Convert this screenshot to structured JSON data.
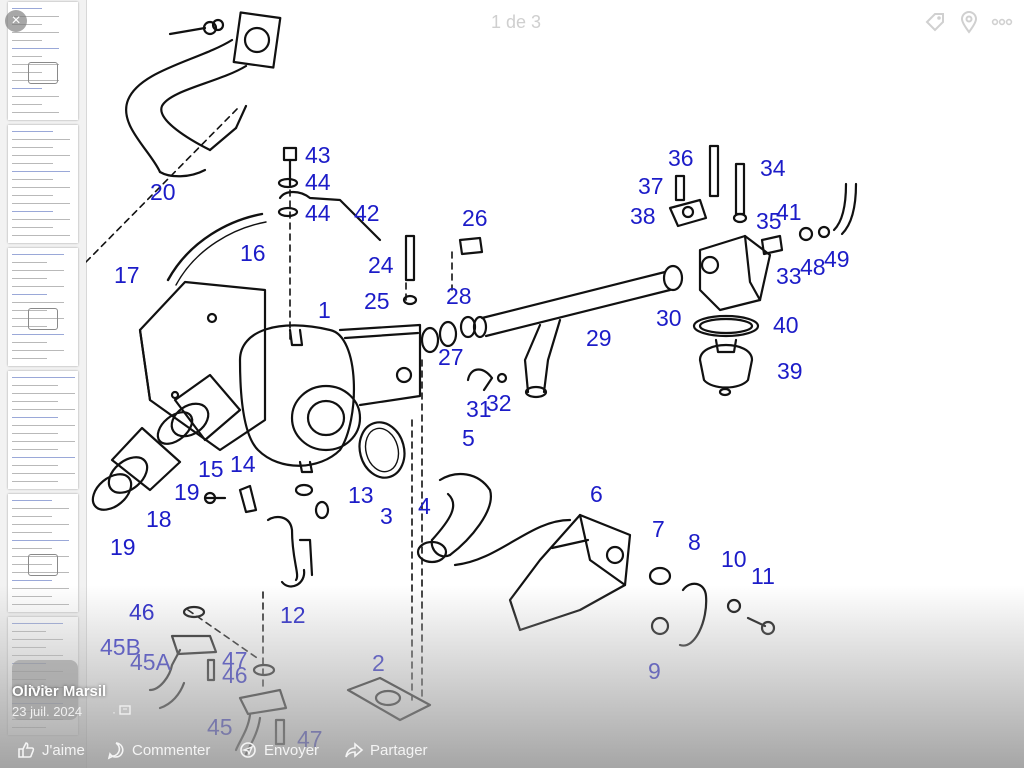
{
  "viewer": {
    "page_indicator": "1 de 3",
    "close_label": "×"
  },
  "icons": {
    "close": "close-icon",
    "tag": "tag-icon",
    "location": "location-pin-icon",
    "more": "more-options-icon",
    "like": "like-icon",
    "comment": "comment-icon",
    "send": "send-icon",
    "share": "share-icon"
  },
  "post": {
    "author": "Olivier Marsil",
    "date": "23 juil. 2024",
    "privacy_separator": "·",
    "avatar_text": "• • •"
  },
  "actions": {
    "like": "J'aime",
    "comment": "Commenter",
    "send": "Envoyer",
    "share": "Partager"
  },
  "diagram": {
    "callouts": [
      "20",
      "43",
      "44",
      "44",
      "42",
      "36",
      "37",
      "34",
      "38",
      "35",
      "41",
      "26",
      "16",
      "17",
      "24",
      "25",
      "28",
      "1",
      "48",
      "49",
      "33",
      "30",
      "40",
      "29",
      "27",
      "39",
      "31",
      "32",
      "5",
      "15",
      "14",
      "13",
      "19",
      "18",
      "19",
      "3",
      "4",
      "6",
      "7",
      "8",
      "10",
      "11",
      "46",
      "12",
      "45B",
      "45A",
      "47",
      "46",
      "2",
      "9",
      "45",
      "47"
    ]
  },
  "colors": {
    "callout": "#1c1cc8",
    "line_art": "#111111",
    "overlay": "#8a8a8a"
  }
}
